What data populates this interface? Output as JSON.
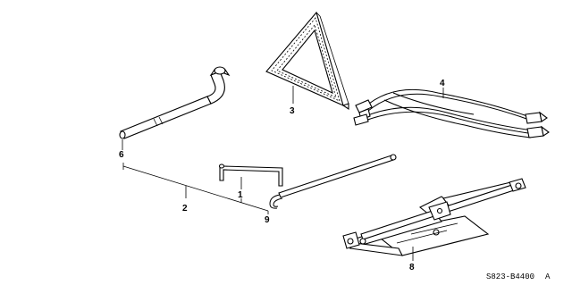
{
  "callouts": {
    "c1": "1",
    "c2": "2",
    "c3": "3",
    "c4": "4",
    "c6": "6",
    "c8": "8",
    "c9": "9"
  },
  "diagram_code": "S823-B4400",
  "diagram_suffix": "A"
}
